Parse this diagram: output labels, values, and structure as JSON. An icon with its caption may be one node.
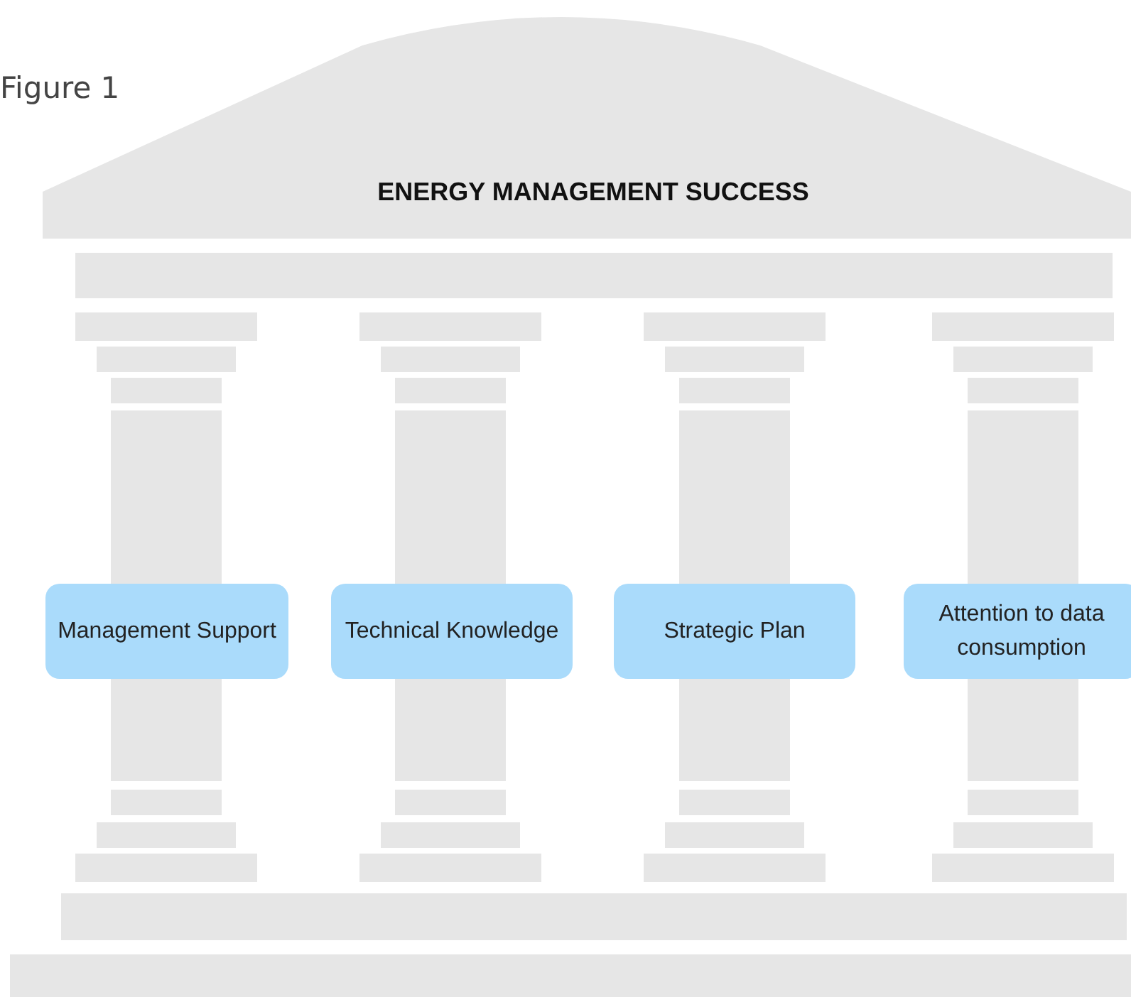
{
  "diagram": {
    "nodes": [
      {
        "text": [
          "ENERGY MANAGEMENT SUCCESS"
        ]
      },
      {
        "text": [
          "Management Support"
        ]
      },
      {
        "text": [
          "Technical Knowledge"
        ]
      },
      {
        "text": [
          "Strategic Plan"
        ]
      },
      {
        "text": [
          "Attention to data consumption"
        ]
      }
    ],
    "labels": [
      "Figure 1"
    ]
  }
}
